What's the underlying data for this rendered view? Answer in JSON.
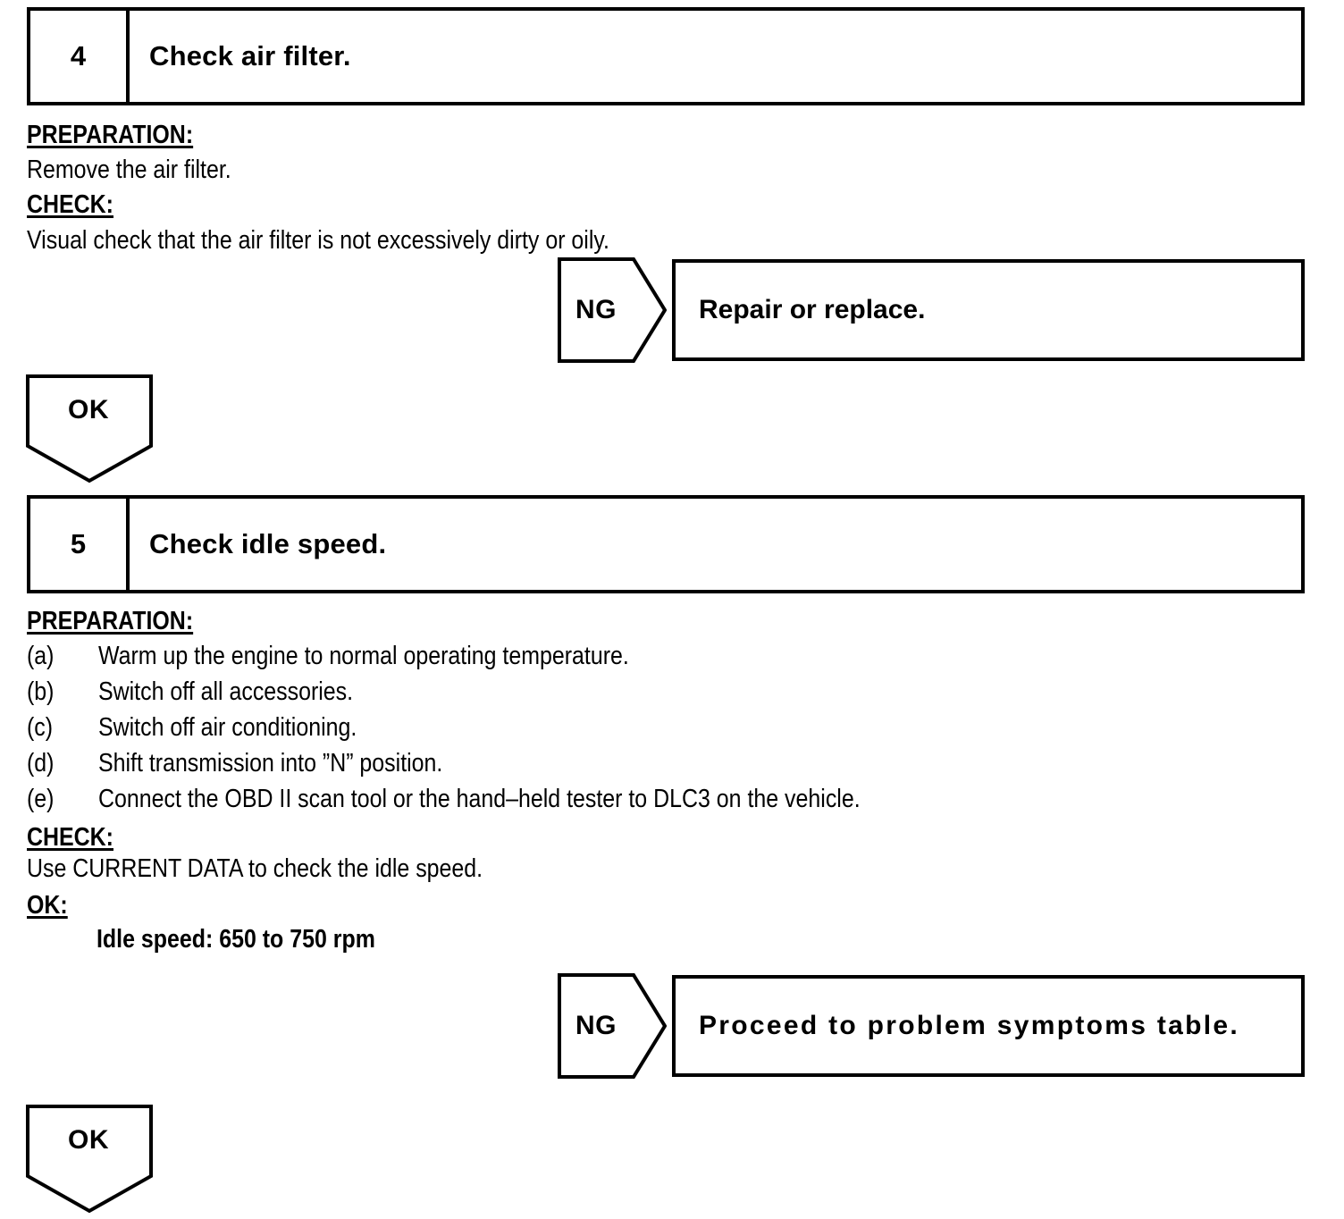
{
  "steps": [
    {
      "number": "4",
      "title": "Check air filter.",
      "preparation_label": "PREPARATION:",
      "preparation_text": "Remove the air filter.",
      "check_label": "CHECK:",
      "check_text": "Visual check that the air filter is not excessively dirty or oily.",
      "ng_label": "NG",
      "ng_result": "Repair or replace.",
      "ok_label": "OK"
    },
    {
      "number": "5",
      "title": "Check idle speed.",
      "preparation_label": "PREPARATION:",
      "preparation_items": [
        {
          "mark": "(a)",
          "text": "Warm up the engine to normal operating temperature."
        },
        {
          "mark": "(b)",
          "text": "Switch off all accessories."
        },
        {
          "mark": "(c)",
          "text": "Switch off air conditioning."
        },
        {
          "mark": "(d)",
          "text": "Shift transmission into ”N” position."
        },
        {
          "mark": "(e)",
          "text": "Connect the OBD II scan tool or the hand–held tester to DLC3 on the vehicle."
        }
      ],
      "check_label": "CHECK:",
      "check_text": "Use CURRENT DATA to check the idle speed.",
      "ok_spec_label": "OK:",
      "ok_spec_value": "Idle speed: 650 to 750 rpm",
      "ng_label": "NG",
      "ng_result": "Proceed to problem symptoms table.",
      "ok_label": "OK"
    }
  ],
  "colors": {
    "ink": "#000000",
    "paper": "#ffffff"
  }
}
